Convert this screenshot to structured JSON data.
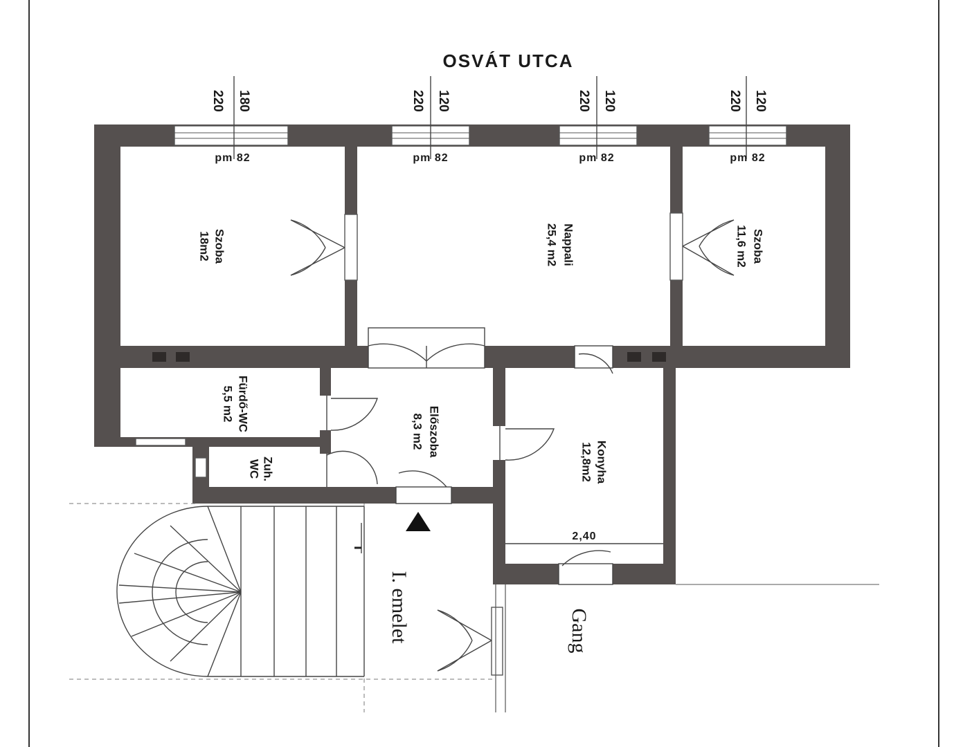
{
  "street": "OSVÁT UTCA",
  "windows": [
    {
      "height": "220",
      "width": "180",
      "sill": "pm 82"
    },
    {
      "height": "220",
      "width": "120",
      "sill": "pm 82"
    },
    {
      "height": "220",
      "width": "120",
      "sill": "pm 82"
    },
    {
      "height": "220",
      "width": "120",
      "sill": "pm 82"
    }
  ],
  "rooms": {
    "szoba_left": {
      "name": "Szoba",
      "area": "18m2"
    },
    "nappali": {
      "name": "Nappali",
      "area": "25,4 m2"
    },
    "szoba_right": {
      "name": "Szoba",
      "area": "11,6 m2"
    },
    "furdo": {
      "name": "Fürdő-WC",
      "area": "5,5 m2"
    },
    "eloszoba": {
      "name": "Előszoba",
      "area": "8,3 m2"
    },
    "zuhwc": {
      "name": "Zuh.",
      "area": "WC"
    },
    "konyha": {
      "name": "Konyha",
      "area": "12,8m2"
    }
  },
  "kitchen_dim": "2,40",
  "floor_label": "I. emelet",
  "gang_label": "Gang"
}
